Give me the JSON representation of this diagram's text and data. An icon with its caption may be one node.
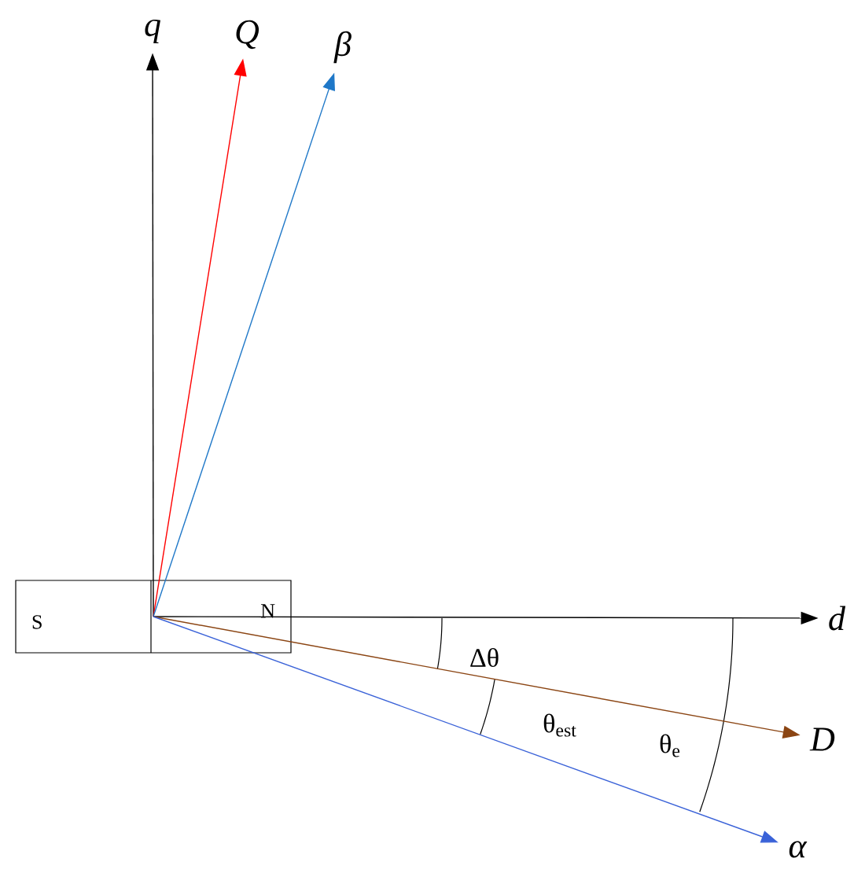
{
  "diagram": {
    "nodes": [
      {
        "text": [
          "S",
          "N"
        ]
      },
      {
        "text": [
          "q"
        ]
      },
      {
        "text": [
          "Q"
        ]
      },
      {
        "text": [
          "β"
        ]
      },
      {
        "text": [
          "d"
        ]
      },
      {
        "text": [
          "D"
        ]
      },
      {
        "text": [
          "α"
        ]
      }
    ],
    "edges": [
      {
        "from": 0,
        "to": 1,
        "arrow": "to"
      },
      {
        "from": 0,
        "to": 2,
        "arrow": "to",
        "color": "#ff0000"
      },
      {
        "from": 0,
        "to": 3,
        "arrow": "to",
        "color": "#1f78c8"
      },
      {
        "from": 0,
        "to": 4,
        "arrow": "to"
      },
      {
        "from": 0,
        "to": 5,
        "arrow": "to",
        "color": "#8b4513"
      },
      {
        "from": 0,
        "to": 6,
        "arrow": "to",
        "color": "#3a62d8"
      }
    ],
    "labels": [
      "Δθ",
      "θ$_{est}$",
      "θ$_{e}$"
    ]
  }
}
